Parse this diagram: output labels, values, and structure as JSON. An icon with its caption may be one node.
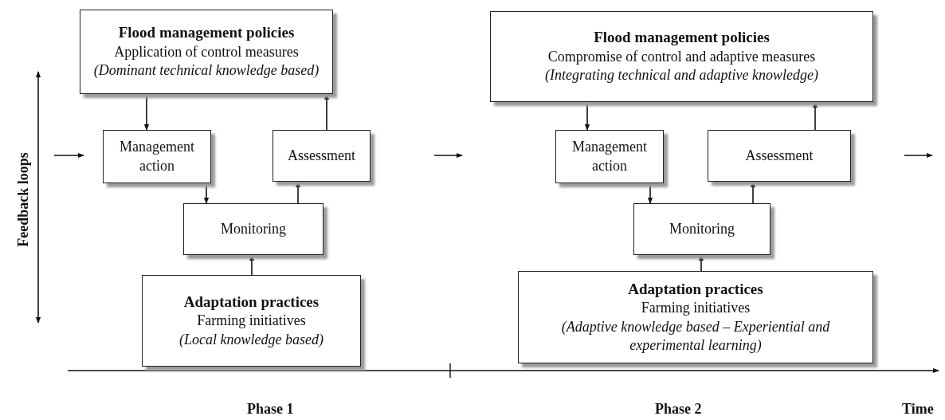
{
  "diagram": {
    "nodes": [
      {
        "text": [
          "Flood management policies",
          "Application of control measures",
          "(Dominant technical knowledge based)"
        ]
      },
      {
        "text": [
          "Management action"
        ]
      },
      {
        "text": [
          "Assessment"
        ]
      },
      {
        "text": [
          "Monitoring"
        ]
      },
      {
        "text": [
          "Adaptation practices",
          "Farming initiatives",
          "(Local knowledge based)"
        ]
      },
      {
        "text": [
          "Flood management policies",
          "Compromise of control and adaptive measures",
          "(Integrating technical and adaptive knowledge)"
        ]
      },
      {
        "text": [
          "Management action"
        ]
      },
      {
        "text": [
          "Assessment"
        ]
      },
      {
        "text": [
          "Monitoring"
        ]
      },
      {
        "text": [
          "Adaptation practices",
          "Farming initiatives",
          "(Adaptive knowledge based – Experiential and experimental learning)"
        ]
      }
    ],
    "edges": [
      {
        "from": 0,
        "to": 1,
        "arrow": "to"
      },
      {
        "from": 1,
        "to": 3,
        "arrow": "to"
      },
      {
        "from": 3,
        "to": 2,
        "arrow": "to"
      },
      {
        "from": 2,
        "to": 0,
        "arrow": "to"
      },
      {
        "from": 4,
        "to": 3,
        "arrow": "to"
      },
      {
        "from": 5,
        "to": 6,
        "arrow": "to"
      },
      {
        "from": 6,
        "to": 8,
        "arrow": "to"
      },
      {
        "from": 8,
        "to": 7,
        "arrow": "to"
      },
      {
        "from": 7,
        "to": 5,
        "arrow": "to"
      },
      {
        "from": 9,
        "to": 8,
        "arrow": "to"
      }
    ],
    "labels": [
      "Feedback loops",
      "Phase 1",
      "Phase 2",
      "Time"
    ]
  }
}
